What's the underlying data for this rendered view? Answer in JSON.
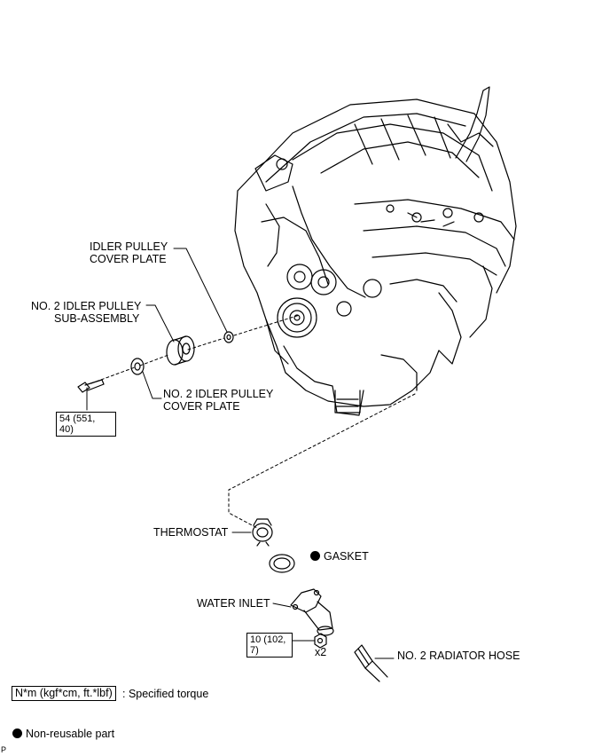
{
  "labels": {
    "idler_cover_upper": [
      "IDLER PULLEY",
      "COVER PLATE"
    ],
    "no2_idler_pulley": [
      "NO. 2 IDLER PULLEY",
      "SUB-ASSEMBLY"
    ],
    "no2_idler_cover": [
      "NO. 2 IDLER PULLEY",
      "COVER PLATE"
    ],
    "thermostat": "THERMOSTAT",
    "gasket": "GASKET",
    "water_inlet": "WATER INLET",
    "radiator_hose": "NO. 2 RADIATOR HOSE",
    "quantity": "x2"
  },
  "torques": {
    "bolt": [
      "54 (551,",
      "40)"
    ],
    "nut": [
      "10 (102,",
      "7)"
    ]
  },
  "legend": {
    "torque_unit": "N*m (kgf*cm, ft.*lbf)",
    "torque_desc": ": Specified torque",
    "non_reusable": "Non-reusable part"
  },
  "corner_code": "P"
}
